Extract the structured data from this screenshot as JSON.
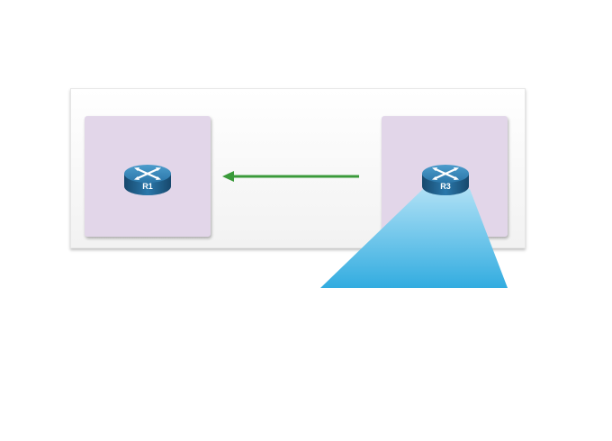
{
  "diagram": {
    "routers": [
      {
        "id": "r1",
        "label": "R1"
      },
      {
        "id": "r3",
        "label": "R3"
      }
    ],
    "arrow": {
      "from": "R3",
      "to": "R1",
      "color": "#3a9a3a"
    },
    "colors": {
      "zone_fill": "#e2d6e9",
      "router_body": "#1f5f8c",
      "beam_top": "#aee0f5",
      "beam_bottom": "#32ace0"
    }
  }
}
